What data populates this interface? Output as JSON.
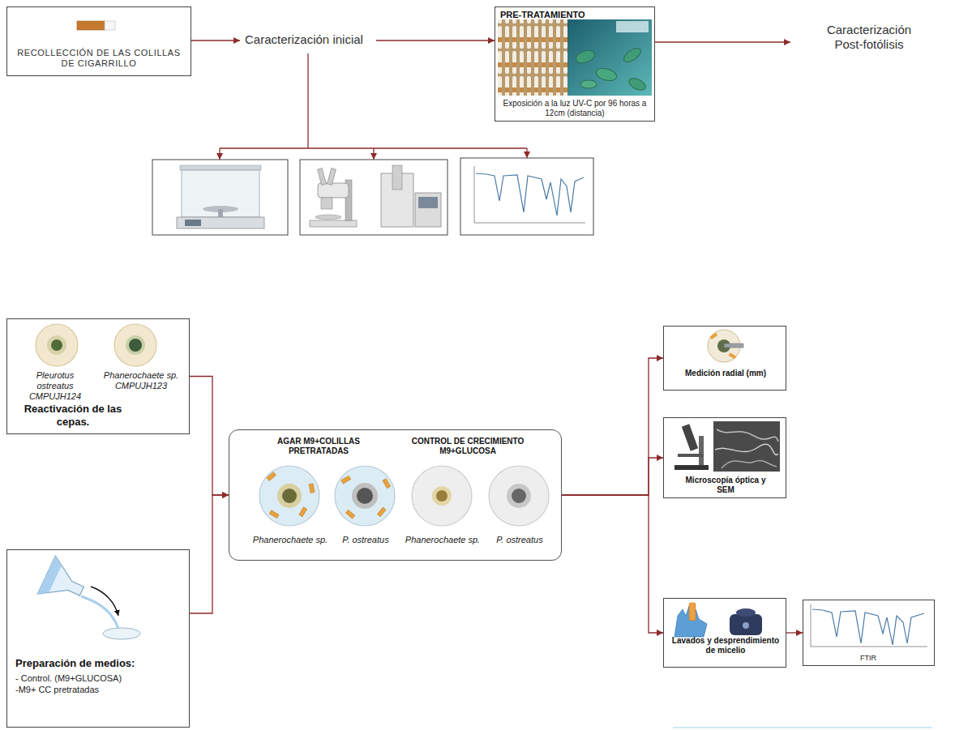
{
  "diagram": {
    "nodes": [
      {
        "text": [
          "RECOLLECCIÓN DE LAS COLILLAS DE CIGARRILLO"
        ]
      },
      {
        "text": [
          "Caracterización inicial"
        ]
      },
      {
        "text": [
          "PRE-TRATAMIENTO",
          "Exposición a la luz UV-C por 96 horas a 12cm (distancia)"
        ]
      },
      {
        "text": [
          "Caracterización Post-fotólisis"
        ]
      },
      {
        "text": [
          "Pleurotus ostreatus CMPUJH124",
          "Phanerochaete sp. CMPUJH123",
          "Reactivación de las cepas."
        ]
      },
      {
        "text": [
          "Preparación de medios:",
          "- Control. (M9+GLUCOSA)",
          "-M9+ CC pretratadas"
        ]
      },
      {
        "text": [
          "AGAR M9+COLILLAS PRETRATADAS",
          "CONTROL DE CRECIMIENTO M9+GLUCOSA",
          "Phanerochaete sp.",
          "P. ostreatus",
          "Phanerochaete sp.",
          "P. ostreatus"
        ]
      },
      {
        "text": [
          "Medición radial (mm)"
        ]
      },
      {
        "text": [
          "Microscopía óptica y SEM"
        ]
      },
      {
        "text": [
          "Lavados y desprendimiento de micelio"
        ]
      },
      {
        "text": [
          "FTIR"
        ]
      }
    ],
    "edges": [
      {
        "from": 0,
        "to": 1,
        "arrow": "to"
      },
      {
        "from": 1,
        "to": 2,
        "arrow": "to"
      },
      {
        "from": 2,
        "to": 3,
        "arrow": "to"
      },
      {
        "from": 4,
        "to": 6,
        "arrow": "to"
      },
      {
        "from": 5,
        "to": 6,
        "arrow": "to"
      },
      {
        "from": 6,
        "to": 7,
        "arrow": "to"
      },
      {
        "from": 6,
        "to": 8,
        "arrow": "to"
      },
      {
        "from": 6,
        "to": 9,
        "arrow": "to"
      },
      {
        "from": 9,
        "to": 10,
        "arrow": "to"
      }
    ]
  }
}
